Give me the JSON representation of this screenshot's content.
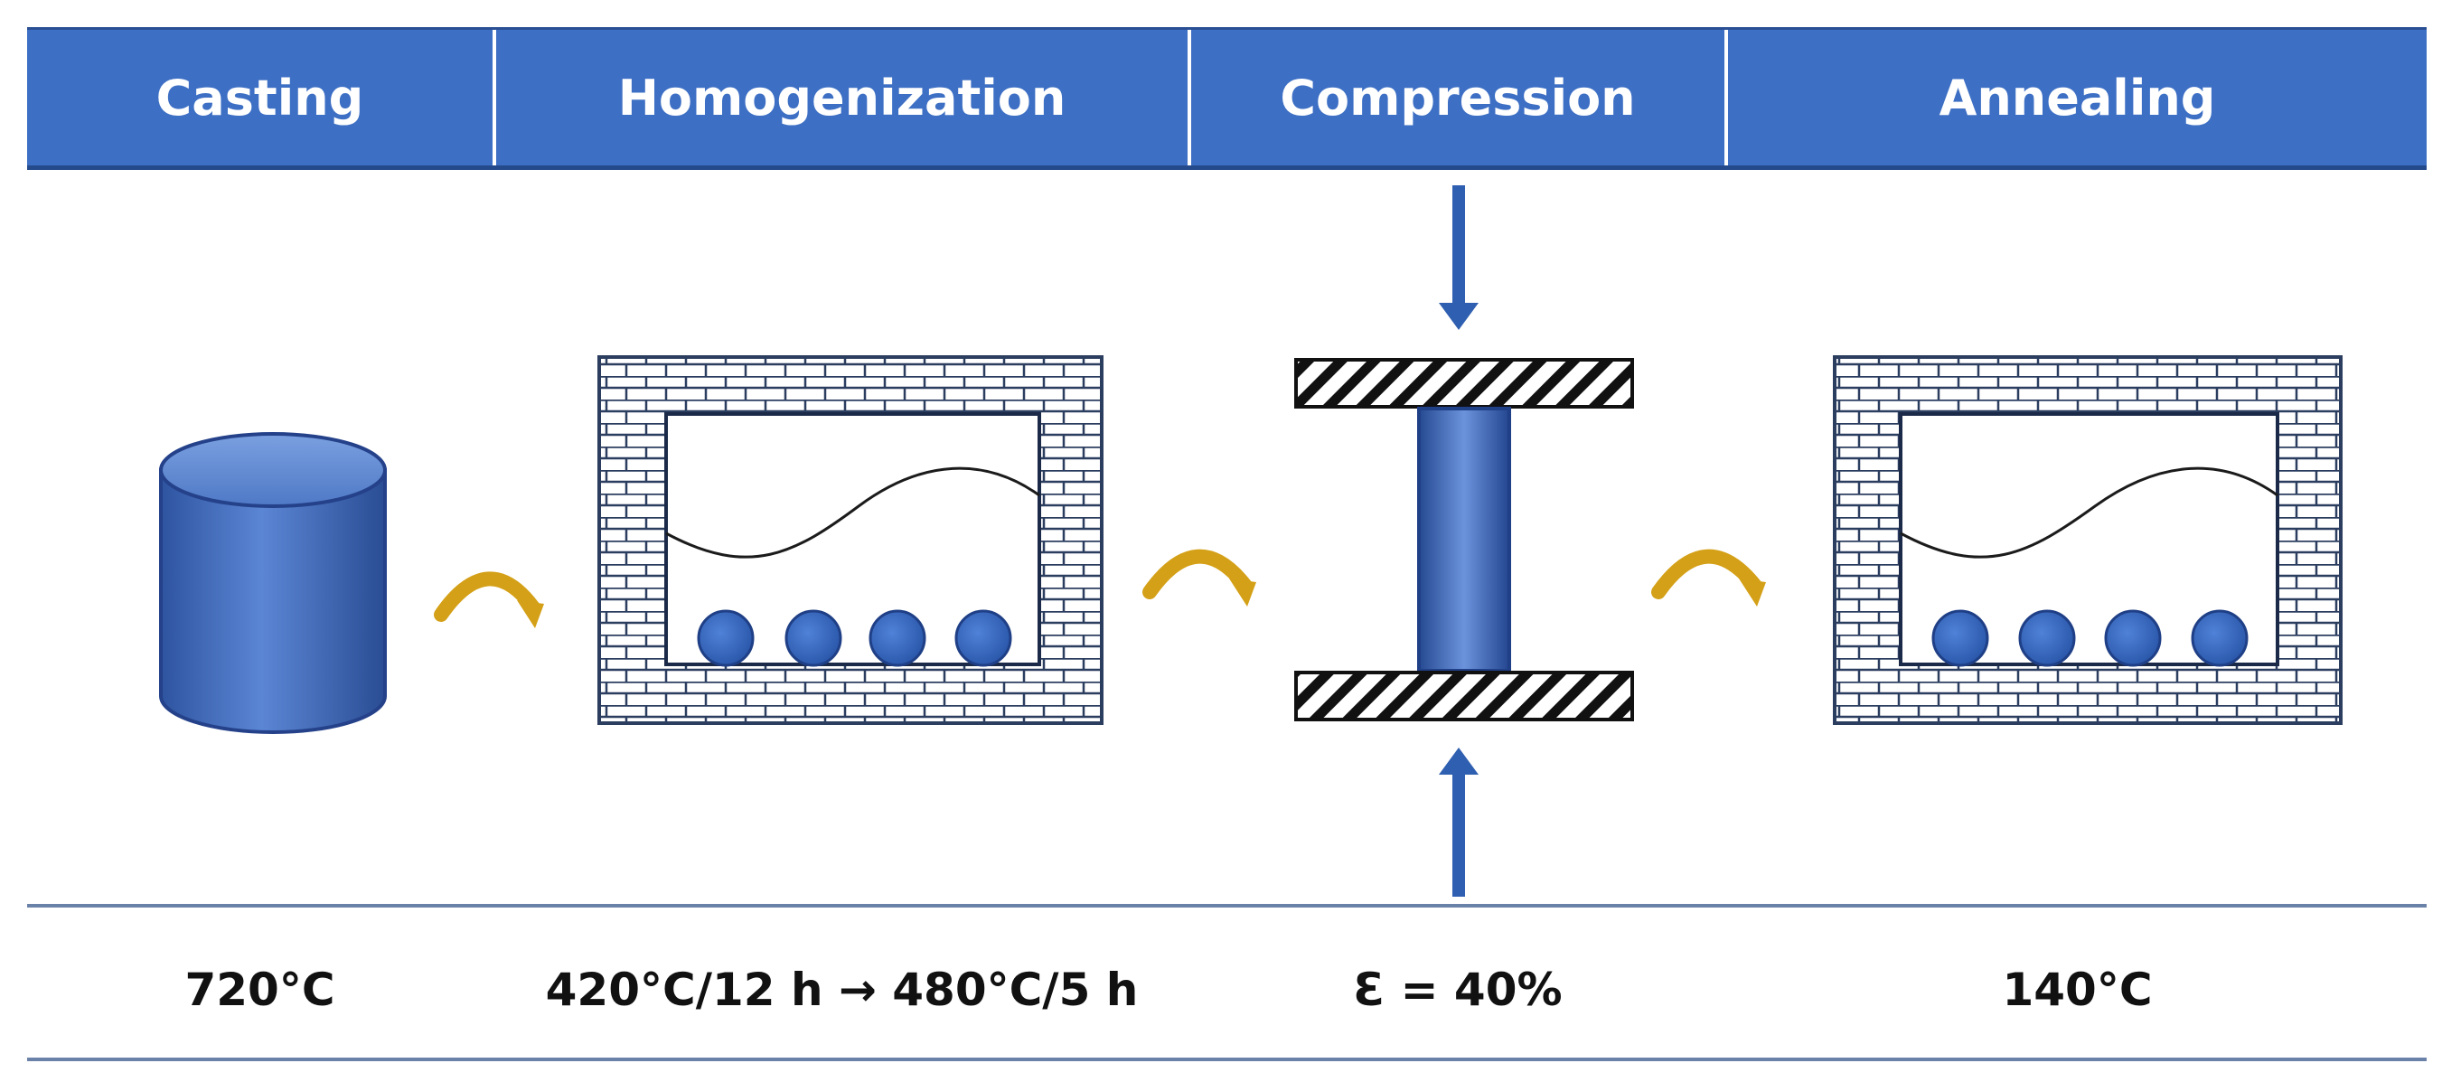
{
  "header": {
    "steps": [
      {
        "label": "Casting"
      },
      {
        "label": "Homogenization"
      },
      {
        "label": "Compression"
      },
      {
        "label": "Annealing"
      }
    ]
  },
  "parameters": {
    "casting": "720°C",
    "homogenization": "420°C/12 h → 480°C/5 h",
    "compression": "Ɛ = 40%",
    "annealing": "140°C"
  },
  "icons": [
    "cylinder-ingot-icon",
    "curved-arrow-icon",
    "brick-furnace-icon",
    "compression-press-icon"
  ],
  "colors": {
    "header_blue": "#3d6fc4",
    "ingot_blue": "#4a74c2",
    "arrow_gold": "#d4a017",
    "press_arrow_blue": "#2f5fb0"
  }
}
